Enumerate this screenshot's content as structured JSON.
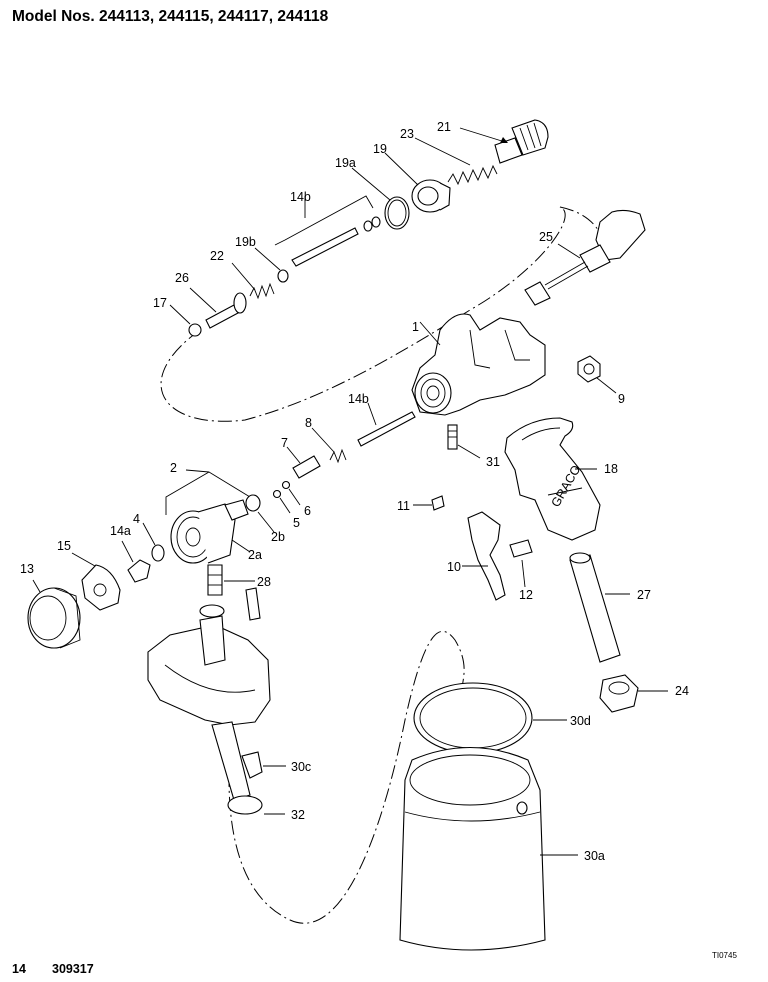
{
  "header": {
    "title": "Model Nos. 244113, 244115, 244117, 244118"
  },
  "footer": {
    "page_number": "14",
    "document_number": "309317",
    "figure_id": "TI0745"
  },
  "callouts": {
    "c1": "1",
    "c2": "2",
    "c2a": "2a",
    "c2b": "2b",
    "c4": "4",
    "c5": "5",
    "c6": "6",
    "c7": "7",
    "c8": "8",
    "c9": "9",
    "c10": "10",
    "c11": "11",
    "c12": "12",
    "c13": "13",
    "c14a": "14a",
    "c14b_top": "14b",
    "c14b_mid": "14b",
    "c15": "15",
    "c17": "17",
    "c18": "18",
    "c19": "19",
    "c19a": "19a",
    "c19b": "19b",
    "c21": "21",
    "c22": "22",
    "c23": "23",
    "c24": "24",
    "c25": "25",
    "c26": "26",
    "c27": "27",
    "c28": "28",
    "c30a": "30a",
    "c30c": "30c",
    "c30d": "30d",
    "c31": "31",
    "c32": "32"
  },
  "decals": {
    "handle_logo": "GRACO"
  }
}
